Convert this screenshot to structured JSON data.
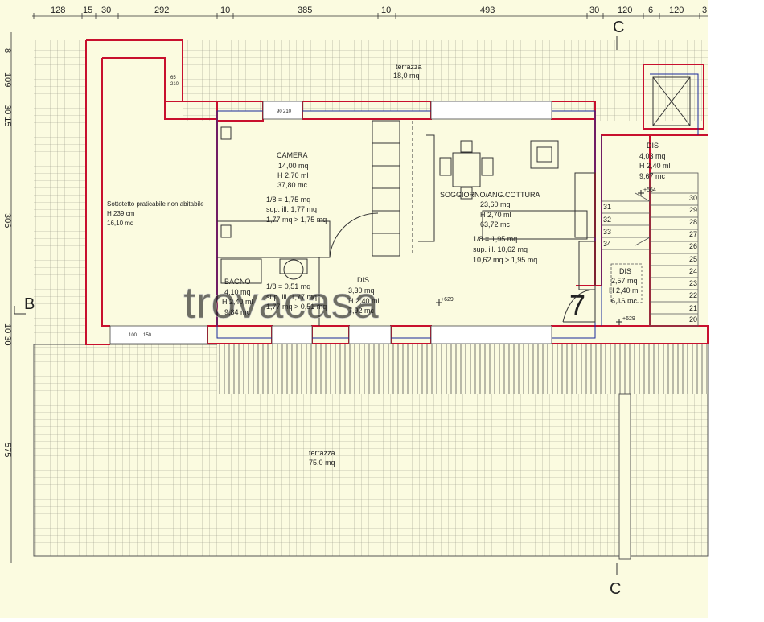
{
  "dimensions_top": [
    "128",
    "15",
    "30",
    "292",
    "10",
    "385",
    "10",
    "493",
    "30",
    "120",
    "6",
    "120",
    "3"
  ],
  "dimensions_left": [
    "8",
    "109",
    "30 15",
    "306",
    "10 30",
    "575"
  ],
  "section_marks": {
    "c_top": "C",
    "c_bottom": "C",
    "b_left": "B"
  },
  "unit_number": "7",
  "watermark": "trovacasa",
  "rooms": {
    "terrace_top": [
      "terrazza",
      "18,0 mq"
    ],
    "attic": [
      "Sottotetto praticabile non abitabile",
      "H 239 cm",
      "16,10 mq"
    ],
    "bedroom": [
      "CAMERA",
      "14,00 mq",
      "H 2,70 ml",
      "37,80 mc",
      "1/8 = 1,75 mq",
      "sup. ill. 1,77 mq",
      "1,77 mq > 1,75 mq"
    ],
    "living": [
      "SOGGIORNO/ANG.COTTURA",
      "23,60 mq",
      "H 2,70 ml",
      "63,72 mc",
      "1/8 = 1,95 mq",
      "sup. ill. 10,62 mq",
      "10,62 mq > 1,95 mq"
    ],
    "bath": [
      "BAGNO",
      "4,10 mq",
      "H 2,40 ml",
      "9,84 mc"
    ],
    "bath_ratio": [
      "1/8 = 0,51 mq",
      "sup. ill. 1,77 mq",
      "1,77 mq > 0,51 mq"
    ],
    "hall": [
      "DIS",
      "3,30 mq",
      "H 2,40 ml",
      "7,92 mc"
    ],
    "dis_right": [
      "DIS",
      "4,03 mq",
      "H 2,40 ml",
      "9,67 mc"
    ],
    "dis_small": [
      "DIS",
      "2,57 mq",
      "H 2,40 ml",
      "6,16 mc"
    ],
    "terrace_bottom": [
      "terrazza",
      "75,0 mq"
    ]
  },
  "levels": {
    "hall": "+629",
    "right": "+629",
    "stair": "+564"
  },
  "stairs_left": [
    "31",
    "32",
    "33",
    "34"
  ],
  "stairs_right": [
    "30",
    "29",
    "28",
    "27",
    "26",
    "25",
    "24",
    "23",
    "22",
    "21",
    "20"
  ],
  "window_codes": [
    "90",
    "210",
    "65",
    "210",
    "100",
    "150"
  ]
}
